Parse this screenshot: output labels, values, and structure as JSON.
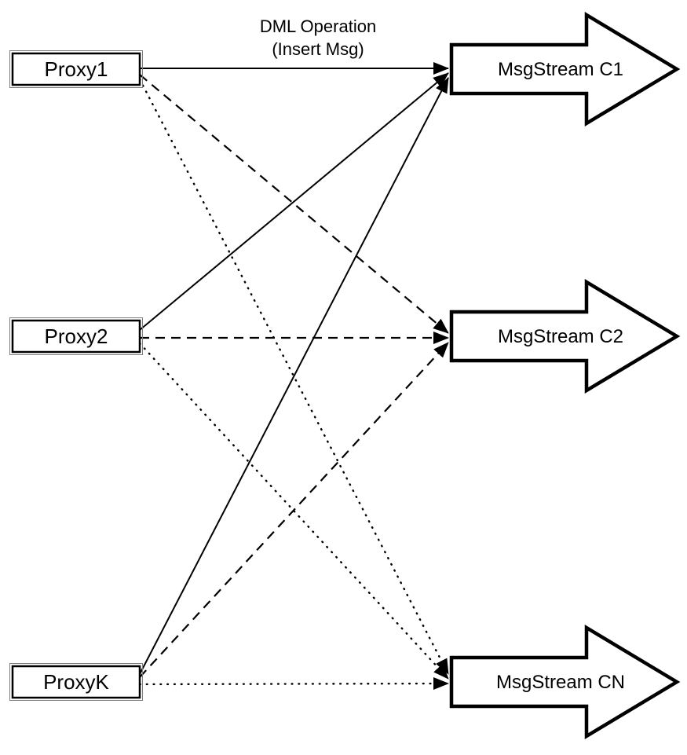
{
  "diagram": {
    "title": {
      "line1": "DML Operation",
      "line2": "(Insert Msg)"
    },
    "proxies": [
      {
        "label": "Proxy1"
      },
      {
        "label": "Proxy2"
      },
      {
        "label": "ProxyK"
      }
    ],
    "streams": [
      {
        "label": "MsgStream C1"
      },
      {
        "label": "MsgStream C2"
      },
      {
        "label": "MsgStream CN"
      }
    ],
    "edges": [
      {
        "from": "Proxy1",
        "to": "MsgStream C1",
        "line_style": "solid"
      },
      {
        "from": "Proxy2",
        "to": "MsgStream C1",
        "line_style": "solid"
      },
      {
        "from": "ProxyK",
        "to": "MsgStream C1",
        "line_style": "solid"
      },
      {
        "from": "Proxy1",
        "to": "MsgStream C2",
        "line_style": "dashed"
      },
      {
        "from": "Proxy2",
        "to": "MsgStream C2",
        "line_style": "dashed"
      },
      {
        "from": "ProxyK",
        "to": "MsgStream C2",
        "line_style": "dashed"
      },
      {
        "from": "Proxy1",
        "to": "MsgStream CN",
        "line_style": "dotted"
      },
      {
        "from": "Proxy2",
        "to": "MsgStream CN",
        "line_style": "dotted"
      },
      {
        "from": "ProxyK",
        "to": "MsgStream CN",
        "line_style": "dotted"
      }
    ],
    "colors": {
      "stroke": "#000000",
      "fill": "#ffffff",
      "background": "#ffffff",
      "box_outer_border": "#7f7f7f"
    }
  }
}
